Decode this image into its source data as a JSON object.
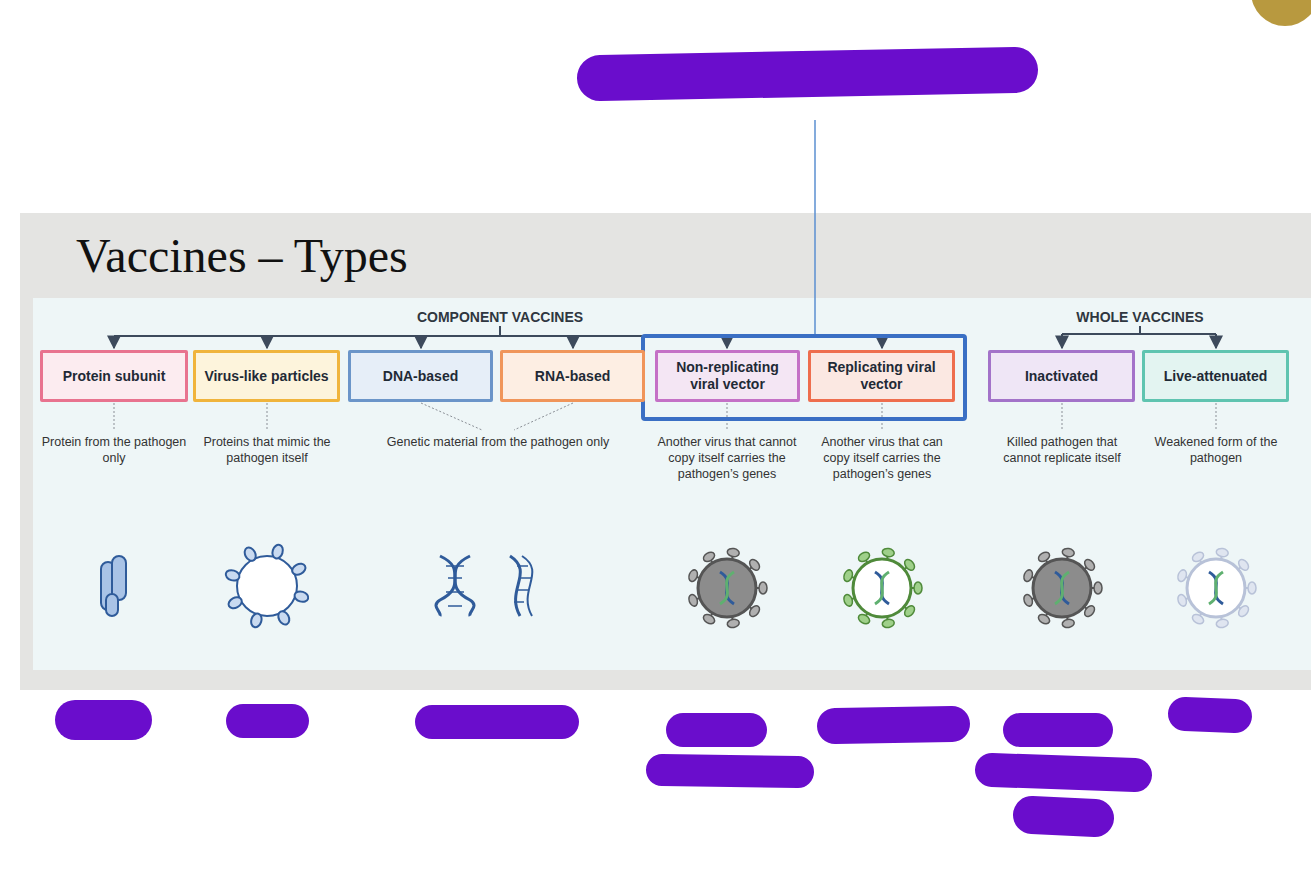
{
  "diagram": {
    "title": "Vaccines – Types",
    "nodes": [
      {
        "text": [
          "Protein subunit"
        ]
      },
      {
        "text": [
          "Virus-like particles"
        ]
      },
      {
        "text": [
          "DNA-based"
        ]
      },
      {
        "text": [
          "RNA-based"
        ]
      },
      {
        "text": [
          "Non-replicating viral vector"
        ]
      },
      {
        "text": [
          "Replicating viral vector"
        ]
      },
      {
        "text": [
          "Inactivated"
        ]
      },
      {
        "text": [
          "Live-attenuated"
        ]
      }
    ],
    "labels": [
      "COMPONENT VACCINES",
      "WHOLE VACCINES",
      "Protein from the pathogen only",
      "Proteins that mimic the pathogen itself",
      "Genetic material from the pathogen only",
      "Another virus that cannot copy itself carries the pathogen’s genes",
      "Another virus that can copy itself carries the pathogen’s genes",
      "Killed pathogen that cannot replicate itself",
      "Weakened form of the pathogen"
    ]
  }
}
